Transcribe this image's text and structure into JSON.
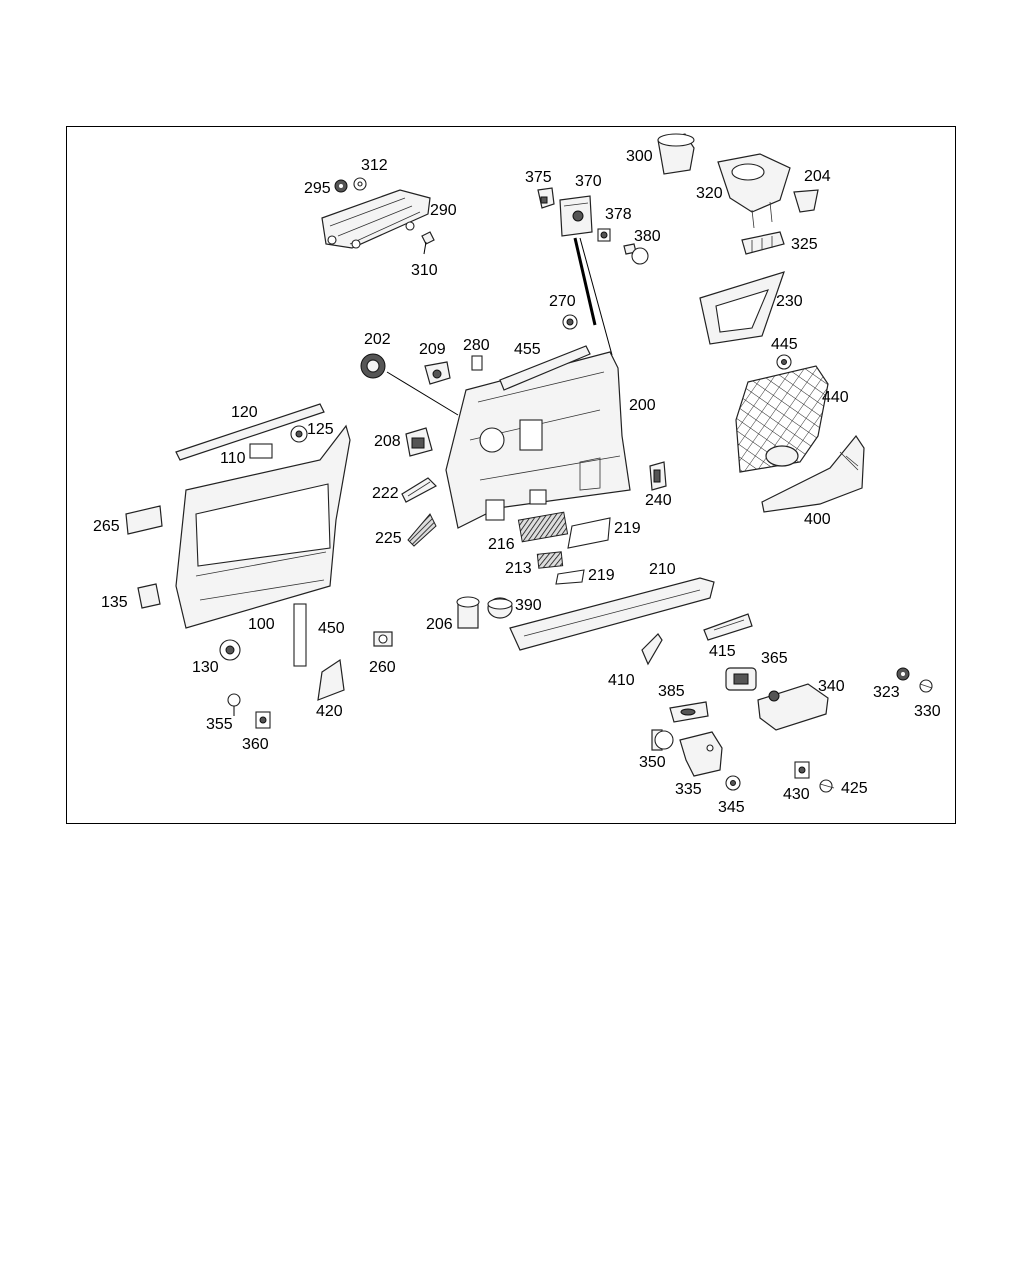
{
  "diagram": {
    "labels": {
      "p100": "100",
      "p110": "110",
      "p120": "120",
      "p125": "125",
      "p130": "130",
      "p135": "135",
      "p200": "200",
      "p202": "202",
      "p204": "204",
      "p206": "206",
      "p208": "208",
      "p209": "209",
      "p210": "210",
      "p213": "213",
      "p216": "216",
      "p219a": "219",
      "p219b": "219",
      "p222": "222",
      "p225": "225",
      "p230": "230",
      "p240": "240",
      "p260": "260",
      "p265": "265",
      "p270": "270",
      "p280": "280",
      "p290": "290",
      "p295": "295",
      "p300": "300",
      "p310": "310",
      "p312": "312",
      "p320": "320",
      "p323": "323",
      "p325": "325",
      "p330": "330",
      "p335": "335",
      "p340": "340",
      "p345": "345",
      "p350": "350",
      "p355": "355",
      "p360": "360",
      "p365": "365",
      "p370": "370",
      "p375": "375",
      "p378": "378",
      "p380": "380",
      "p385": "385",
      "p390": "390",
      "p400": "400",
      "p410": "410",
      "p415": "415",
      "p420": "420",
      "p425": "425",
      "p430": "430",
      "p440": "440",
      "p445": "445",
      "p450": "450",
      "p455": "455"
    }
  }
}
